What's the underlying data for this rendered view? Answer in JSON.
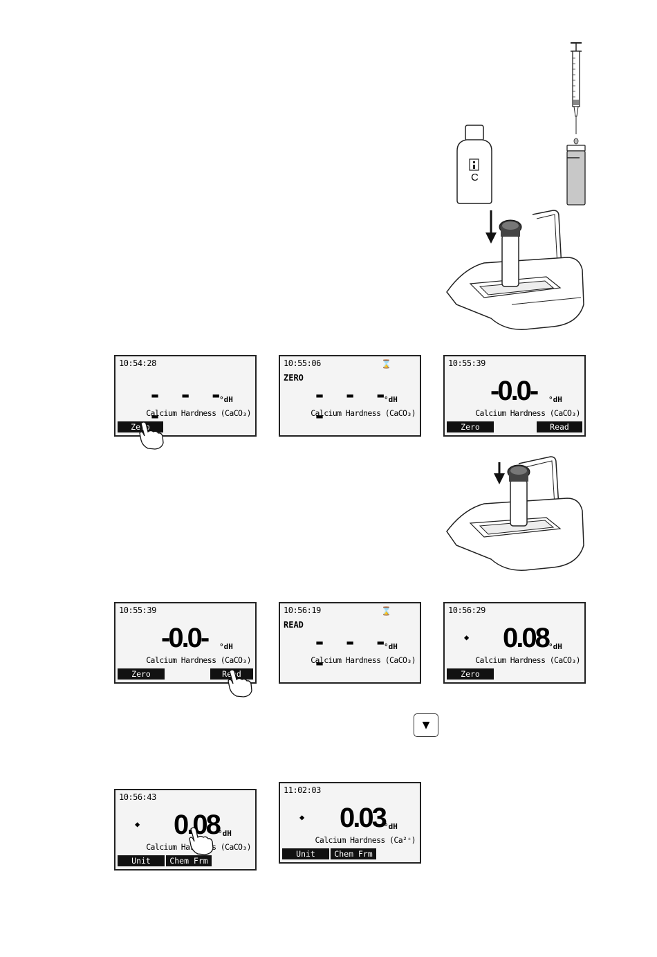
{
  "illustrations": {
    "reagent_bottle_label": "C",
    "arrow_key_symbol": "▼"
  },
  "screens": [
    {
      "time": "10:54:28",
      "status": "",
      "dashes": "- - - -",
      "value": "",
      "unit": "°dH",
      "param": "Calcium Hardness (CaCO₃)",
      "softkey_left": "Zero",
      "softkey_right": "",
      "hourglass": ""
    },
    {
      "time": "10:55:06",
      "status": "ZERO",
      "dashes": "- - - -",
      "value": "",
      "unit": "°dH",
      "param": "Calcium Hardness (CaCO₃)",
      "softkey_left": "",
      "softkey_right": "",
      "hourglass": "⌛"
    },
    {
      "time": "10:55:39",
      "status": "",
      "dashes": "",
      "value": "-0.0-",
      "unit": "°dH",
      "param": "Calcium Hardness (CaCO₃)",
      "softkey_left": "Zero",
      "softkey_right": "Read",
      "hourglass": ""
    },
    {
      "time": "10:55:39",
      "status": "",
      "dashes": "",
      "value": "-0.0-",
      "unit": "°dH",
      "param": "Calcium Hardness (CaCO₃)",
      "softkey_left": "Zero",
      "softkey_right": "Read",
      "hourglass": ""
    },
    {
      "time": "10:56:19",
      "status": "READ",
      "dashes": "- - - -",
      "value": "",
      "unit": "°dH",
      "param": "Calcium Hardness (CaCO₃)",
      "softkey_left": "",
      "softkey_right": "",
      "hourglass": "⌛"
    },
    {
      "time": "10:56:29",
      "status": "",
      "dashes": "",
      "value": "0.08",
      "unit": "°dH",
      "param": "Calcium Hardness (CaCO₃)",
      "softkey_left": "Zero",
      "softkey_right": "",
      "hourglass": "",
      "dot": "◆"
    },
    {
      "time": "10:56:43",
      "status": "",
      "dashes": "",
      "value": "0.08",
      "unit": "°dH",
      "param": "Calcium Hardness (CaCO₃)",
      "softkey_left": "Unit",
      "softkey_right": "Chem Frm",
      "hourglass": "",
      "dot": "◆"
    },
    {
      "time": "11:02:03",
      "status": "",
      "dashes": "",
      "value": "0.03",
      "unit": "°dH",
      "param": "Calcium Hardness (Ca²⁺)",
      "softkey_left": "Unit",
      "softkey_right": "Chem Frm",
      "hourglass": "",
      "dot": "◆"
    }
  ]
}
